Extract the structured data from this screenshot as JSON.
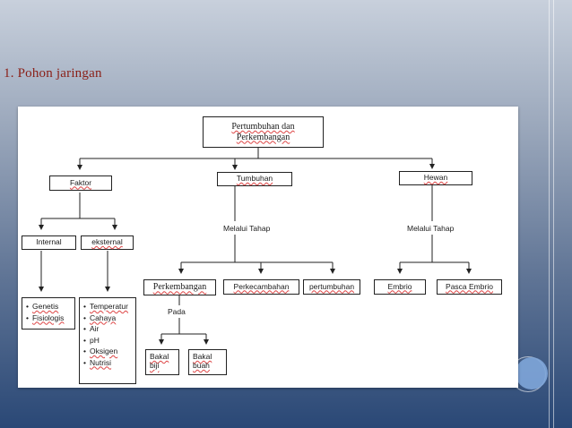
{
  "slide": {
    "title": "1. Pohon jaringan"
  },
  "diagram": {
    "root": {
      "line1": "Pertumbuhan dan",
      "line2": "Perkembangan"
    },
    "faktor": "Faktor",
    "tumbuhan": "Tumbuhan",
    "hewan": "Hewan",
    "internal": "Internal",
    "eksternal": "eksternal",
    "internal_items": [
      "Genetis",
      "Fisiologis"
    ],
    "eksternal_items": [
      "Temperatur",
      "Cahaya",
      "Air",
      "pH",
      "Oksigen",
      "Nutrisi"
    ],
    "melalui_tahap_tumbuhan": "Melalui Tahap",
    "melalui_tahap_hewan": "Melalui Tahap",
    "perkembangan": "Perkembangan",
    "perkecambahan": "Perkecambahan",
    "pertumbuhan": "pertumbuhan",
    "embrio": "Embrio",
    "pasca_embrio": "Pasca Embrio",
    "pada": "Pada",
    "bakal_biji": {
      "line1": "Bakal",
      "line2": "biji"
    },
    "bakal_buah": {
      "line1": "Bakal",
      "line2": "buah"
    }
  },
  "colors": {
    "title": "#8a1f17",
    "background_top": "#c8d0dc",
    "background_bottom": "#2a4876",
    "accent_circle": "#7fa6d9"
  }
}
